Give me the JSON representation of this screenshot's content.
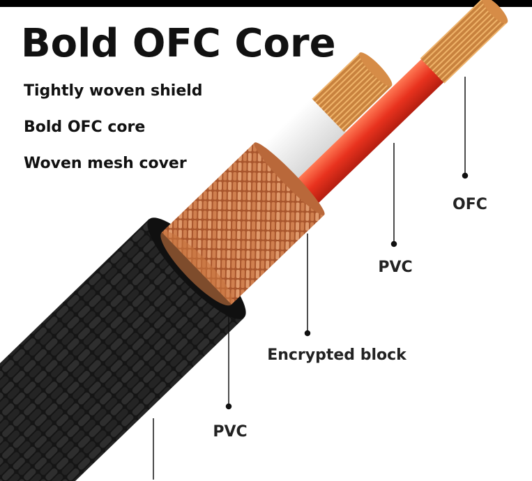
{
  "title": "Bold OFC Core",
  "features": [
    "Tightly woven shield",
    "Bold OFC core",
    "Woven mesh cover"
  ],
  "labels": {
    "ofc": "OFC",
    "pvc_inner": "PVC",
    "encrypted_block": "Encrypted block",
    "pvc_outer": "PVC"
  },
  "colors": {
    "copper": "#c8743f",
    "red_insulation": "#e8321e",
    "jacket": "#1a1a1a",
    "white_insulation": "#f4f4f4"
  }
}
